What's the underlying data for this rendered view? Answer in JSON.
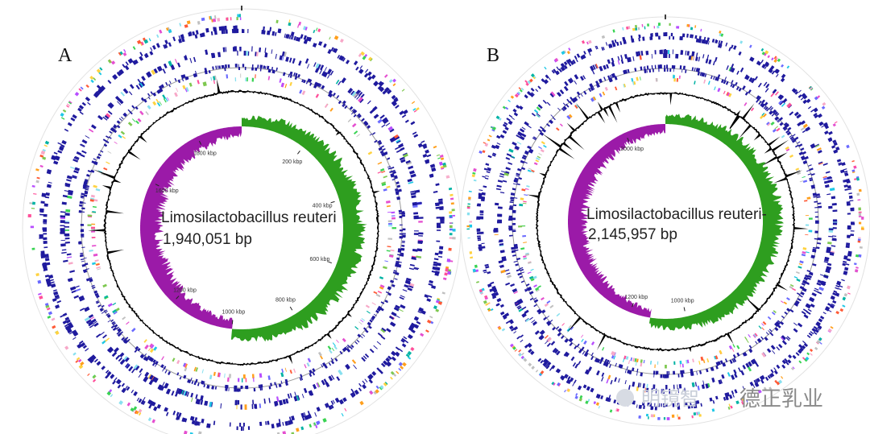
{
  "panels": [
    {
      "letter": "A",
      "title": "Limosilactobacillus reuteri",
      "size_label": "1,940,051 bp",
      "genome_kbp": 1940.051,
      "gc_skew_switch_fraction": 0.515,
      "tick_labels": [
        "200 kbp",
        "400 kbp",
        "600 kbp",
        "800 kbp",
        "1000 kbp",
        "1200 kbp",
        "1600 kbp",
        "1800 kbp"
      ],
      "tick_values_kbp": [
        200,
        400,
        600,
        800,
        1000,
        1200,
        1600,
        1800
      ]
    },
    {
      "letter": "B",
      "title": "Limosilactobacillus reuteri-",
      "size_label": "2,145,957 bp",
      "genome_kbp": 2145.957,
      "gc_skew_switch_fraction": 0.525,
      "tick_labels": [
        "2000 kbp",
        "1200 kbp",
        "1000 kbp"
      ],
      "tick_values_kbp": [
        2000,
        1200,
        1000
      ]
    }
  ],
  "colors": {
    "gc_skew_positive": "#2e9e1f",
    "gc_skew_negative": "#9b1aa8",
    "gc_content": "#000000",
    "cds_rings": "#1f1a9e",
    "backbone": "#9a9a9a",
    "outer_guide": "#e2e2e2"
  },
  "cog_palette": [
    "#ff9f1c",
    "#39d353",
    "#ff4f9a",
    "#1ec8e6",
    "#b84dff",
    "#ffd23f",
    "#6a6aff",
    "#ff5a36",
    "#7ec850",
    "#e54fd0",
    "#00b3a4",
    "#f7a8c8",
    "#88e0ef",
    "#c0c0c0"
  ],
  "watermark": {
    "blurred_text": "明镜智",
    "text": "德正乳业"
  }
}
